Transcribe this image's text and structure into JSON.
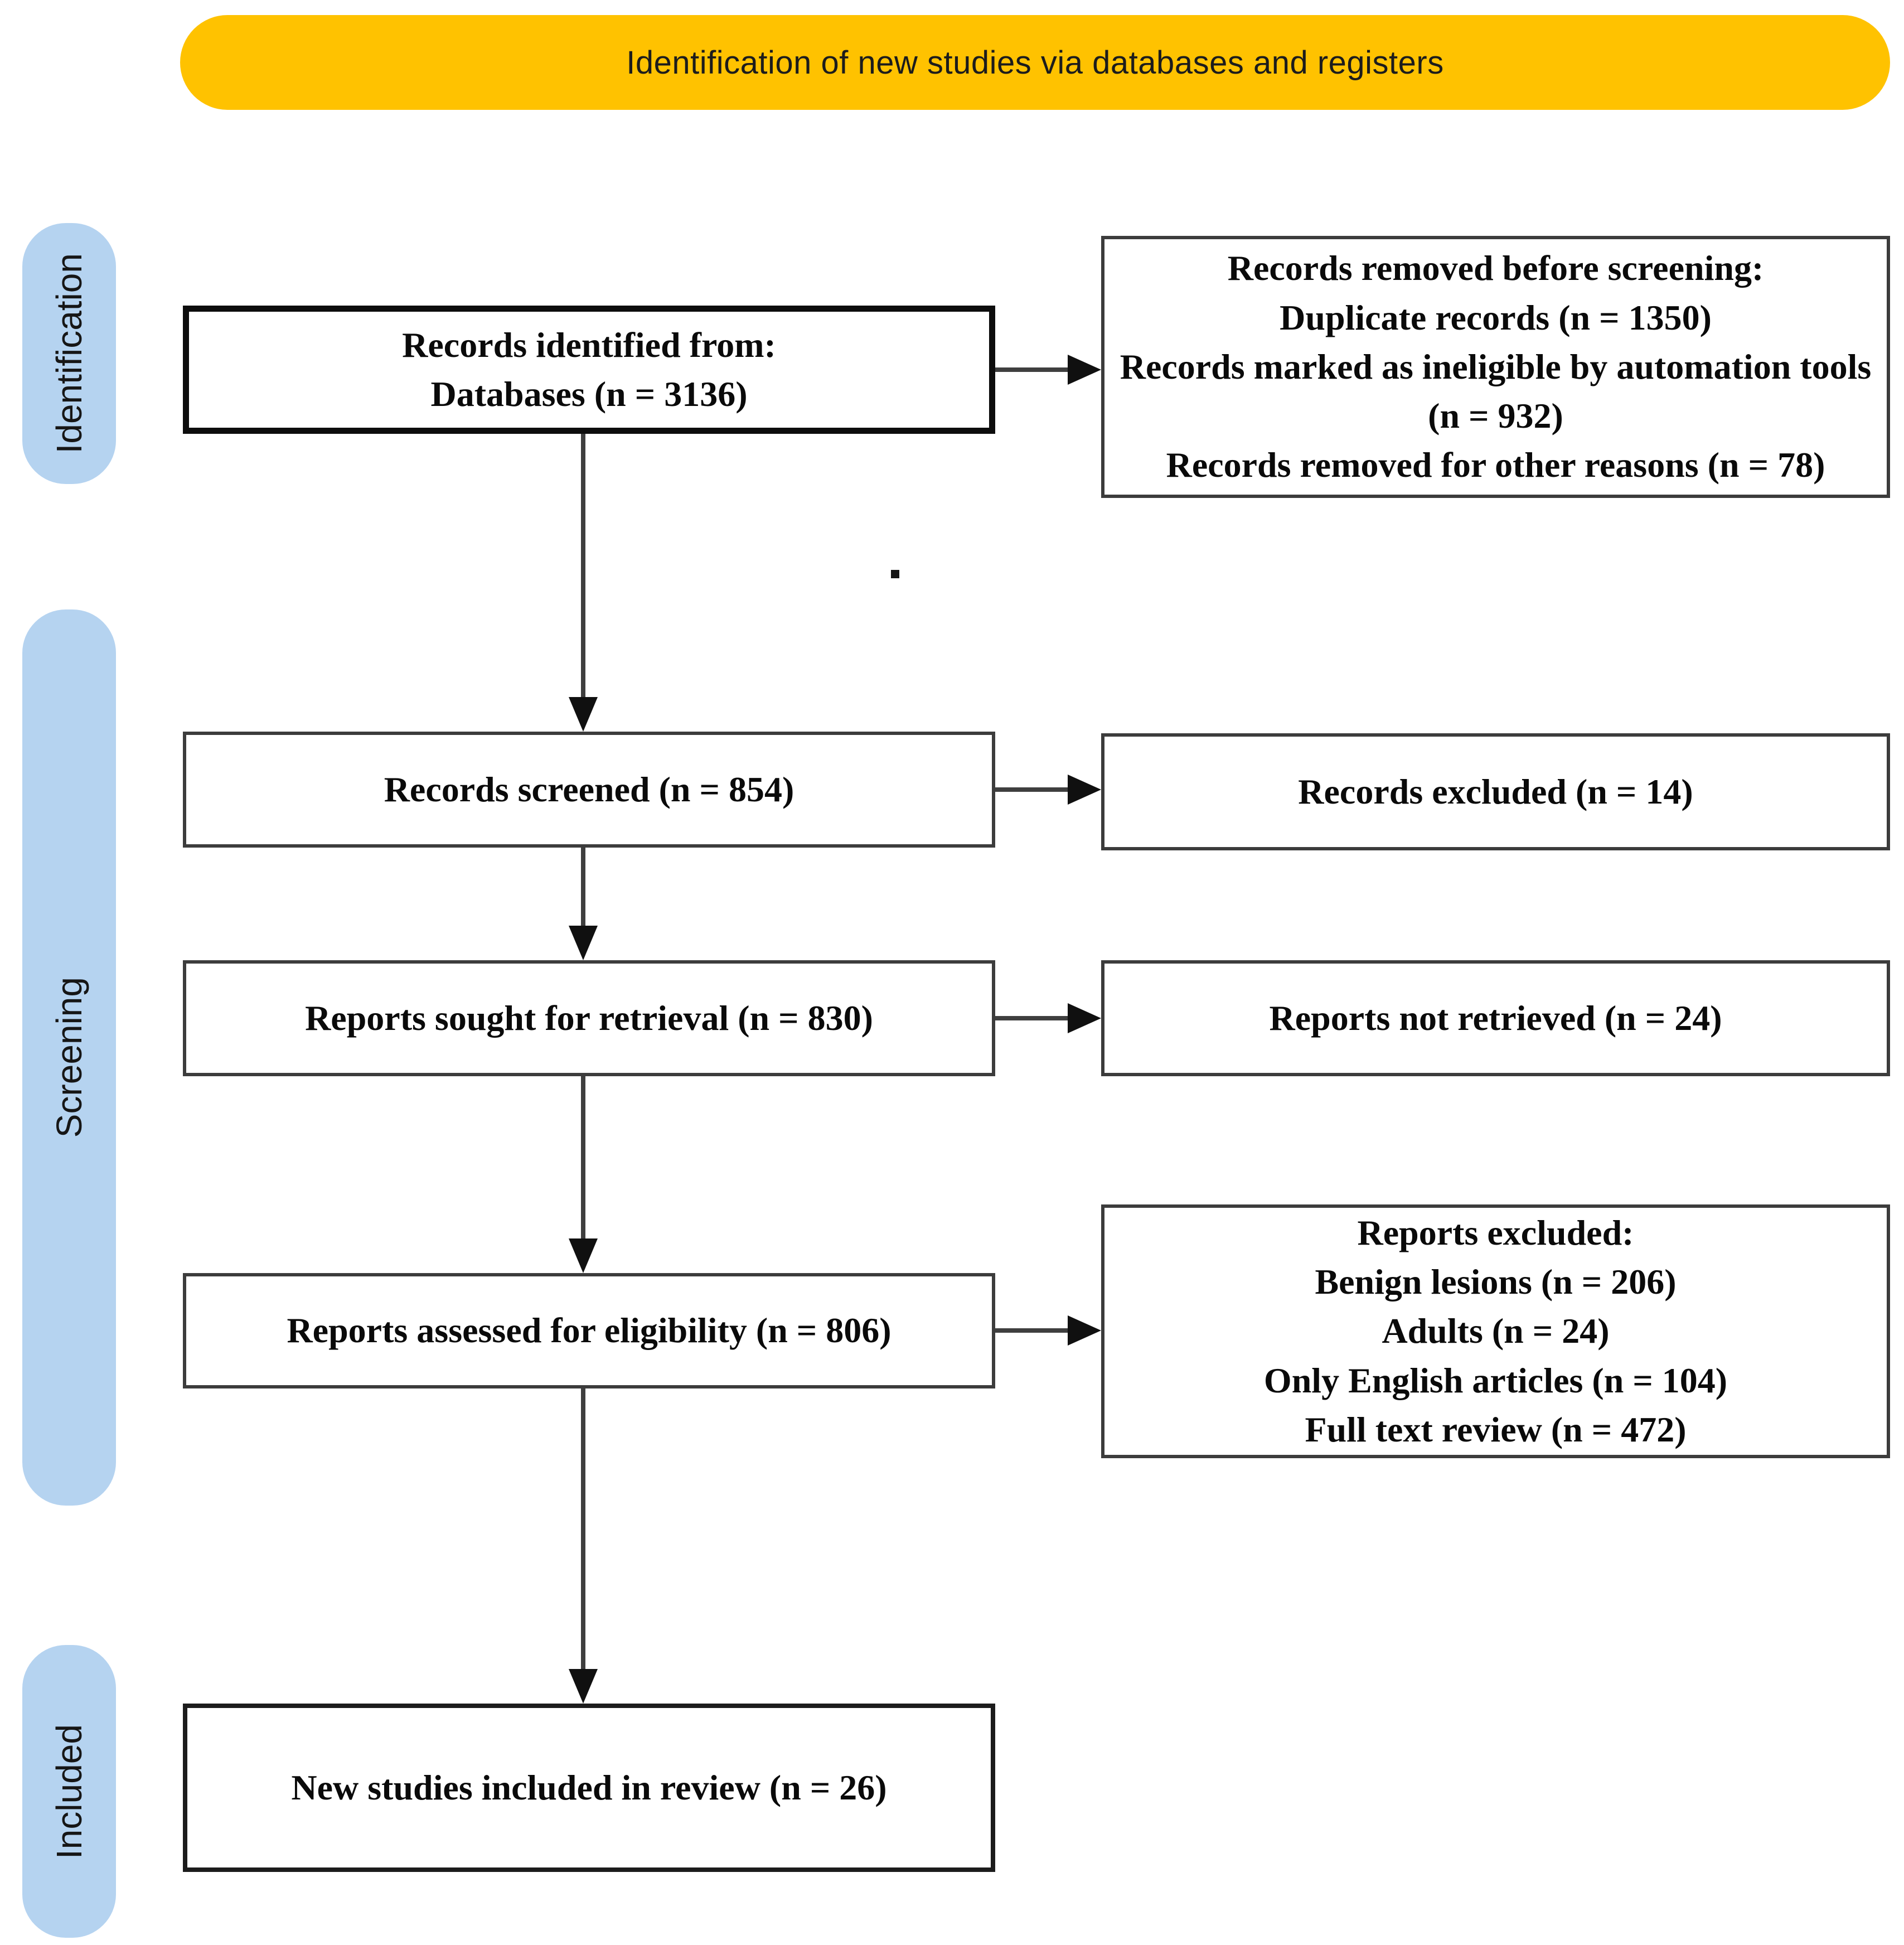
{
  "banner": {
    "label": "Identification of new studies via databases and registers"
  },
  "stage_labels": [
    {
      "label": "Identification"
    },
    {
      "label": "Screening"
    },
    {
      "label": "Included"
    }
  ],
  "flow": {
    "records_identified": {
      "lines": [
        "Records identified from:",
        "Databases (n = 3136)"
      ]
    },
    "records_removed": {
      "lines": [
        "Records removed before screening:",
        "Duplicate records (n = 1350)",
        "Records marked as ineligible by automation tools (n = 932)",
        "Records removed for other reasons (n = 78)"
      ]
    },
    "records_screened": {
      "label": "Records screened (n = 854)"
    },
    "records_excluded": {
      "label": "Records excluded (n = 14)"
    },
    "reports_sought": {
      "label": "Reports sought for retrieval (n = 830)"
    },
    "reports_not_retrieved": {
      "label": "Reports not retrieved (n = 24)"
    },
    "reports_assessed": {
      "label": "Reports assessed for eligibility (n = 806)"
    },
    "reports_excluded": {
      "lines": [
        "Reports excluded:",
        "Benign lesions (n = 206)",
        "Adults (n = 24)",
        "Only English articles (n = 104)",
        "Full text review (n = 472)"
      ]
    },
    "studies_included": {
      "label": "New studies included in review (n = 26)"
    }
  },
  "colors": {
    "banner_bg": "#FFC200",
    "stage_bg": "#B5D3F0",
    "box_border": "#3c3c3c",
    "arrow": "#101010",
    "text": "#0a0a0a"
  }
}
